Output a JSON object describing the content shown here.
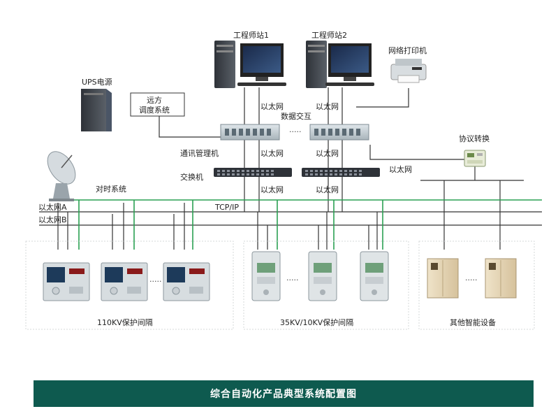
{
  "labels": {
    "station1": "工程师站1",
    "station2": "工程师站2",
    "printer": "网络打印机",
    "ups": "UPS电源",
    "remote_line1": "远方",
    "remote_line2": "调度系统",
    "ethernet": "以太网",
    "data_exchange": "数据交互",
    "comm_manager": "通讯管理机",
    "switch": "交换机",
    "protocol_convert": "协议转换",
    "time_system": "对时系统",
    "tcpip": "TCP/IP",
    "ethernet_a": "以太网A",
    "ethernet_b": "以太网B",
    "ellipsis": "·····"
  },
  "groups": {
    "kv110": "110KV保护间隔",
    "kv35": "35KV/10KV保护间隔",
    "other": "其他智能设备"
  },
  "banner": "综合自动化产品典型系统配置图",
  "colors": {
    "green_bus": "#2aa052",
    "dark_line": "#333333",
    "banner_bg": "#0e5a4f"
  }
}
